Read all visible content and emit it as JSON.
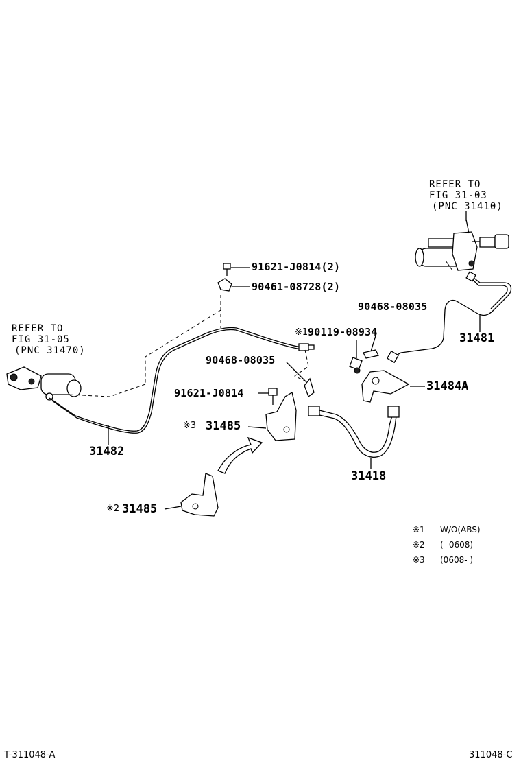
{
  "refs": {
    "master_cylinder": {
      "line1": "REFER TO",
      "line2": "FIG 31-03",
      "line3": "(PNC 31410)"
    },
    "release_cylinder": {
      "line1": "REFER TO",
      "line2": "FIG 31-05",
      "line3": "(PNC 31470)"
    }
  },
  "part_labels": {
    "bolt_91621_2": "91621-J0814(2)",
    "clamp_90461": "90461-08728(2)",
    "clip_90468_right": "90468-08035",
    "tube_31481": "31481",
    "union_mark": "※1",
    "union_90119": "90119-08934",
    "clip_90468_left": "90468-08035",
    "bracket_31484a": "31484A",
    "bolt_91621": "91621-J0814",
    "bracket_31485_mark3": "※3",
    "bracket_31485_a": "31485",
    "tube_31482": "31482",
    "hose_31418": "31418",
    "bracket_31485_mark2": "※2",
    "bracket_31485_b": "31485"
  },
  "notes": [
    {
      "mark": "※1",
      "text": "W/O(ABS)"
    },
    {
      "mark": "※2",
      "text": "(      -0608)"
    },
    {
      "mark": "※3",
      "text": "(0608-       )"
    }
  ],
  "footer": {
    "left": "T-311048-A",
    "right": "311048-C"
  }
}
